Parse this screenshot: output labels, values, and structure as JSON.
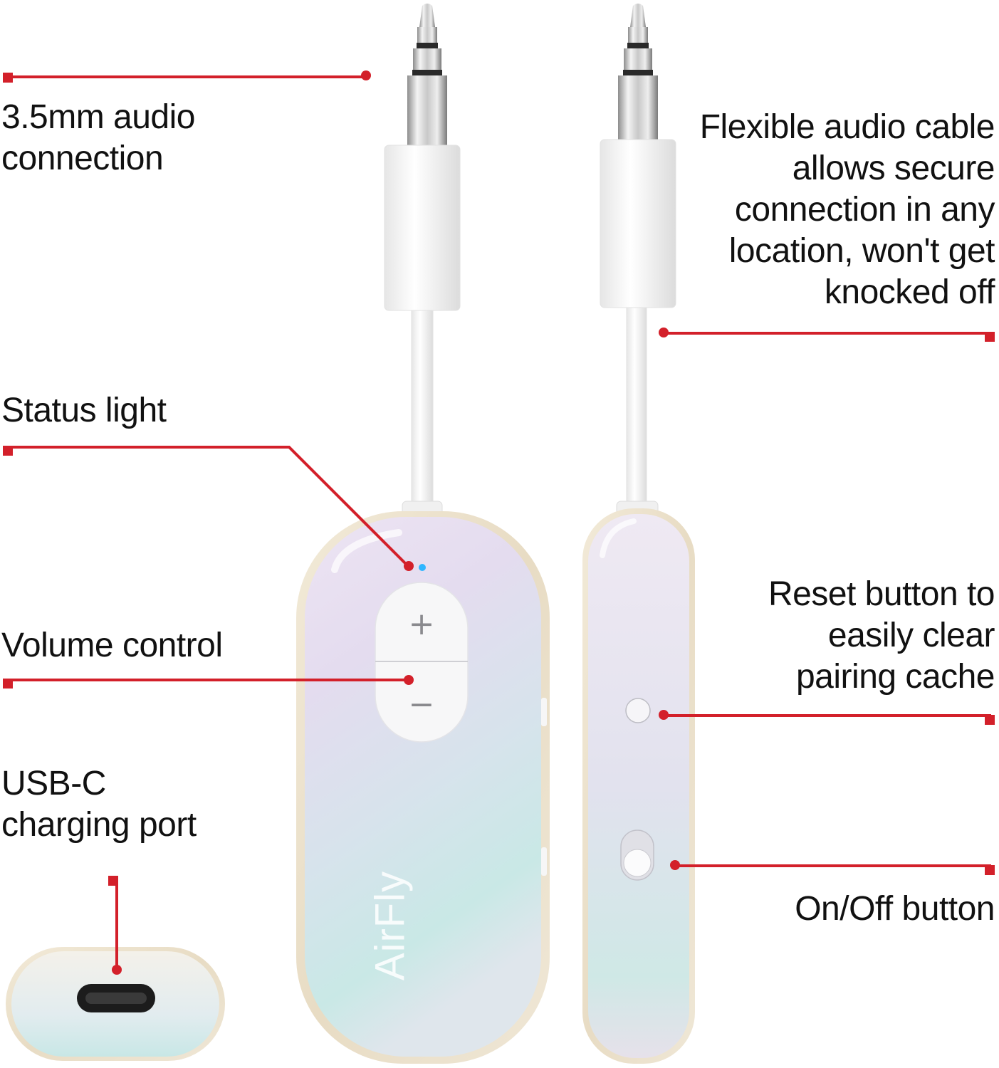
{
  "callouts": {
    "audio_connection": [
      "3.5mm audio",
      "connection"
    ],
    "flexible_cable": [
      "Flexible audio cable",
      "allows secure",
      "connection in any",
      "location, won't get",
      "knocked off"
    ],
    "status_light": [
      "Status light"
    ],
    "volume_control": [
      "Volume control"
    ],
    "usb_c_port": [
      "USB-C",
      "charging port"
    ],
    "reset_button": [
      "Reset button to",
      "easily clear",
      "pairing cache"
    ],
    "on_off_button": [
      "On/Off button"
    ]
  },
  "device": {
    "brand": "AirFly",
    "volume_plus": "+",
    "volume_minus": "−"
  },
  "colors": {
    "callout_line": "#d3202a",
    "status_led": "#2fb6ff",
    "text": "#111111"
  },
  "icons": [
    "audio-jack-icon",
    "status-led-icon",
    "volume-rocker-icon",
    "usb-c-port-icon",
    "reset-pinhole-icon",
    "power-slider-icon"
  ]
}
